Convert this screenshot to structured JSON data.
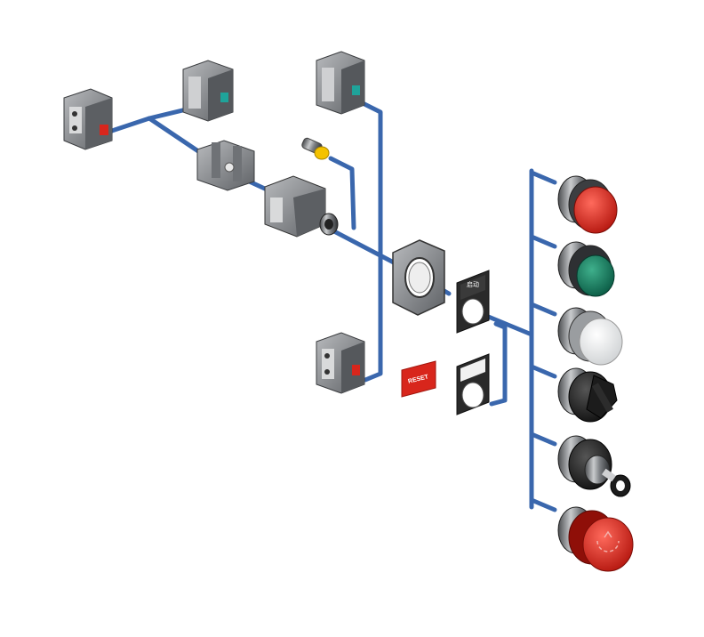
{
  "colors": {
    "connector": "#3a67ad",
    "housing": "#8a8d90",
    "housing_dark": "#4a4c4f",
    "red": "#d8261c",
    "green": "#0f7a5e",
    "teal": "#1fa39a",
    "white_cap": "#f4f4f4",
    "black": "#1c1c1c",
    "yellow": "#f4c200"
  },
  "labels": {
    "reset": "RESET",
    "start_plate": "启动"
  },
  "components": {
    "contact_blocks": [
      "contact-block-red-left",
      "contact-block-teal-upper",
      "contact-block-teal-top",
      "contact-block-red-lower"
    ],
    "operators": [
      "red-flush-pushbutton",
      "green-flush-pushbutton",
      "white-illuminated-pushbutton",
      "black-selector-switch",
      "key-switch",
      "red-emergency-stop"
    ],
    "accessories": [
      "led-bulb",
      "mounting-collar",
      "legend-plate-start",
      "legend-plate-blank",
      "reset-label"
    ]
  }
}
